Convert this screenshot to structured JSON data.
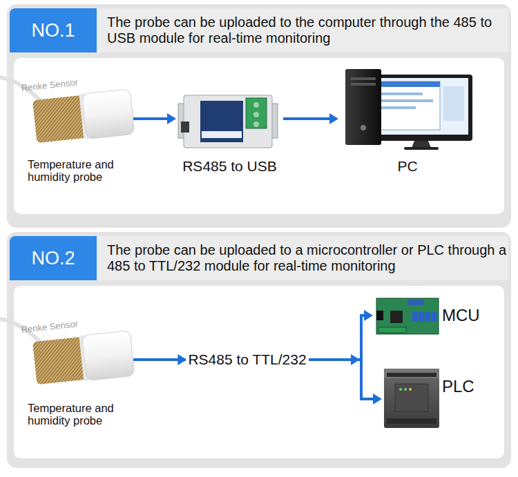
{
  "diagram": {
    "nodes": [
      {
        "text": [
          "NO.1"
        ]
      },
      {
        "text": [
          "The probe can be uploaded to the computer through the 485 to USB module for real-time monitoring"
        ]
      },
      {
        "text": [
          "Temperature and humidity probe"
        ]
      },
      {
        "text": [
          "RS485 to USB"
        ]
      },
      {
        "text": [
          "PC"
        ]
      },
      {
        "text": [
          "NO.2"
        ]
      },
      {
        "text": [
          "The probe can be uploaded to a microcontroller or PLC through a 485 to TTL/232 module for real-time monitoring"
        ]
      },
      {
        "text": [
          "Temperature and humidity probe"
        ]
      },
      {
        "text": [
          "MCU"
        ]
      },
      {
        "text": [
          "PLC"
        ]
      }
    ],
    "edges": [
      {
        "from": 2,
        "to": 3,
        "arrow": "to"
      },
      {
        "from": 3,
        "to": 4,
        "arrow": "to"
      },
      {
        "from": 7,
        "to": 8,
        "label": "RS485 to TTL/232",
        "arrow": "to"
      },
      {
        "from": 7,
        "to": 9,
        "arrow": "to"
      }
    ],
    "labels": [
      "Renke Sensor",
      "Renke Sensor"
    ]
  }
}
